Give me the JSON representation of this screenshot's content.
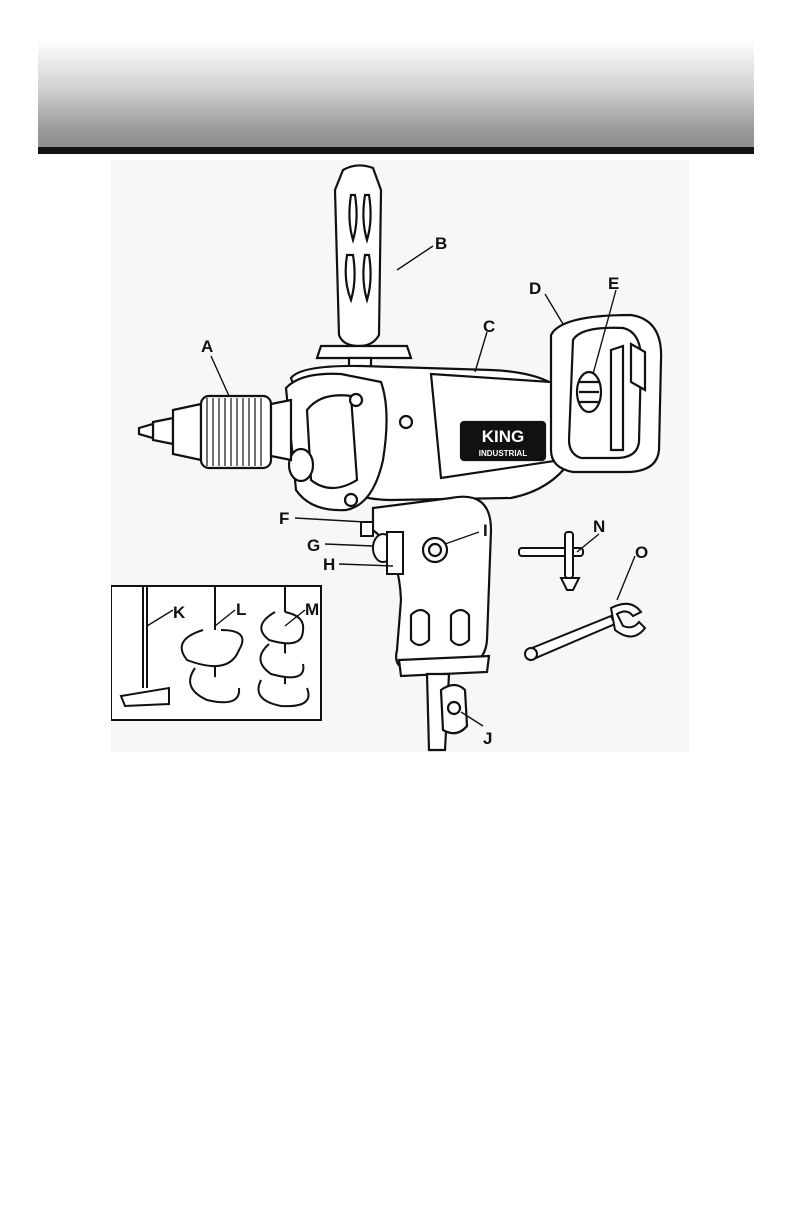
{
  "figure": {
    "callouts": {
      "A": "A",
      "B": "B",
      "C": "C",
      "D": "D",
      "E": "E",
      "F": "F",
      "G": "G",
      "H": "H",
      "I": "I",
      "J": "J",
      "K": "K",
      "L": "L",
      "M": "M",
      "N": "N",
      "O": "O"
    },
    "brand_logo": {
      "line1": "KING",
      "line2": "INDUSTRIAL"
    }
  }
}
